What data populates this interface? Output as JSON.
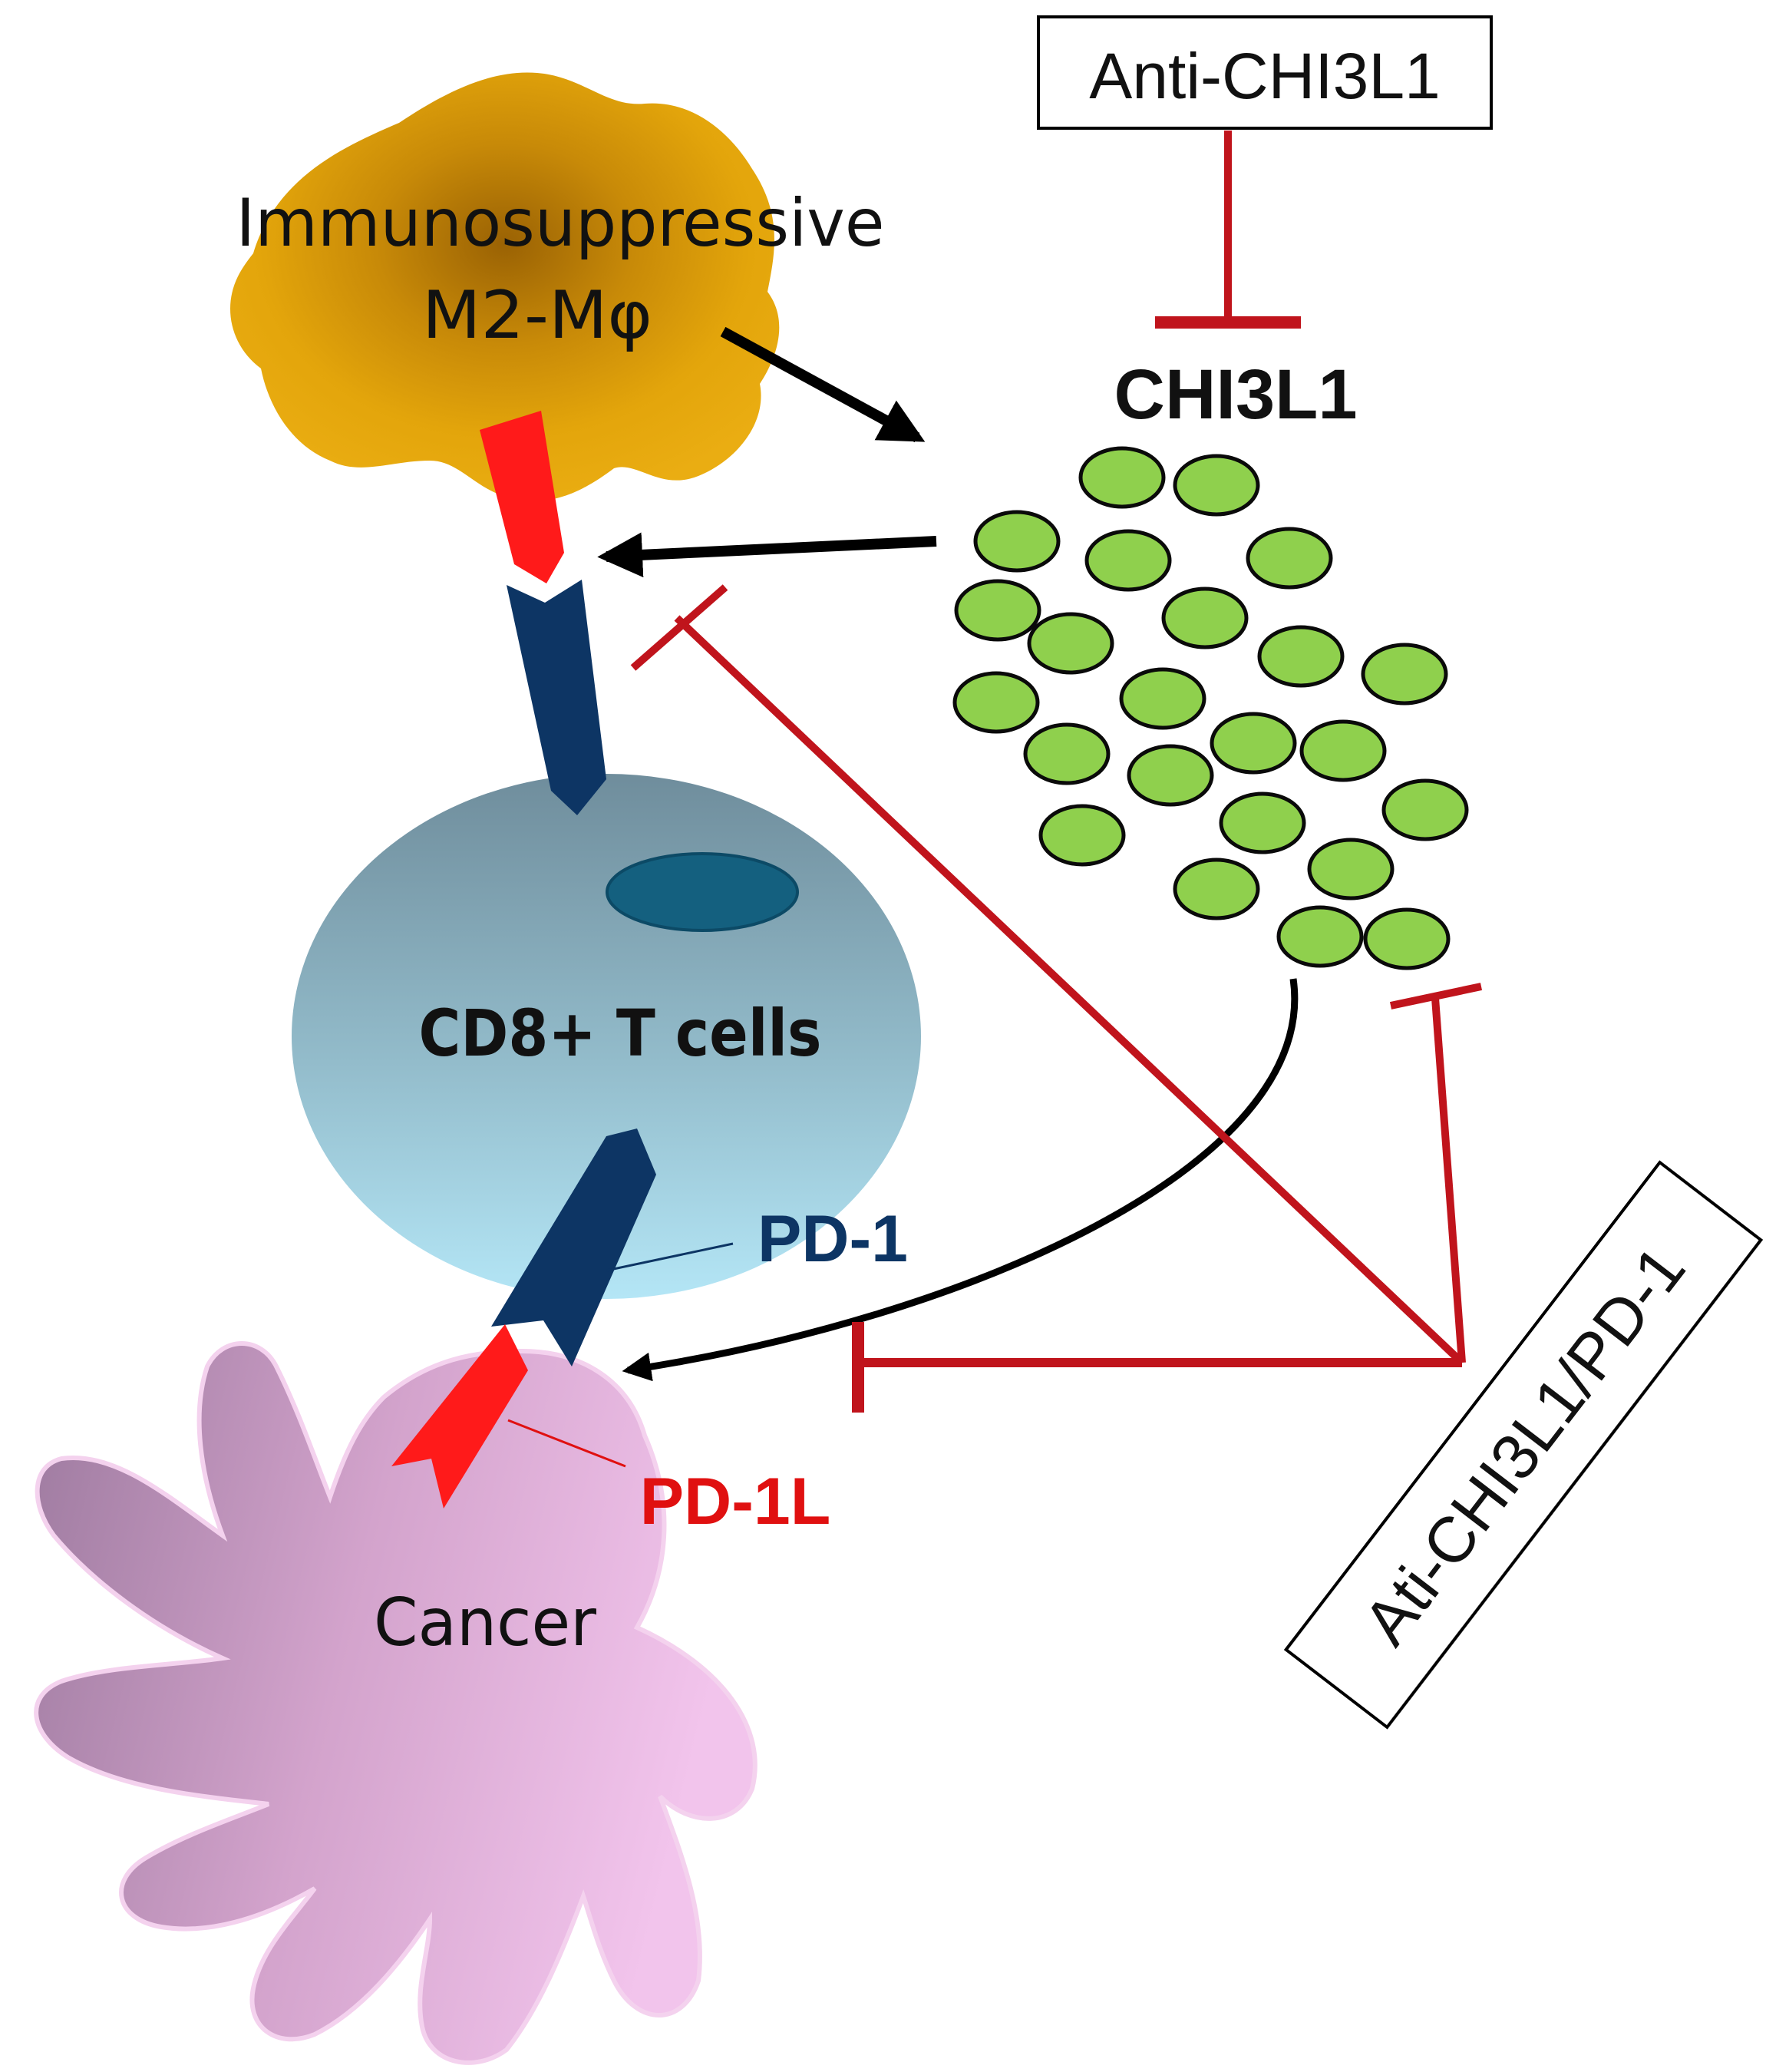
{
  "labels": {
    "anti_chi3l1": "Anti-CHI3L1",
    "macrophage_line1": "Immunosuppressive",
    "macrophage_line2": "M2-Mφ",
    "chi3l1": "CHI3L1",
    "cd8": "CD8+ T cells",
    "pd1": "PD-1",
    "pd1l": "PD-1L",
    "cancer": "Cancer",
    "combo": "Ati-CHI3L1/PD-1"
  },
  "colors": {
    "macrophage": "#e3a50b",
    "macrophage_core": "#a16a05",
    "chi3l1_particle": "#8fd04d",
    "inhibition": "#c0141c",
    "activation": "#000000",
    "receptor_blue": "#0d3564",
    "ligand_red": "#ff1a1a",
    "tcell_top": "#6f8d9c",
    "tcell_bottom": "#b4e6f6",
    "nucleus": "#14607f",
    "cancer_dark": "#a07da0",
    "cancer_light": "#f2c2ec",
    "pd1_text": "#0d3564",
    "pd1l_text": "#e01010"
  }
}
